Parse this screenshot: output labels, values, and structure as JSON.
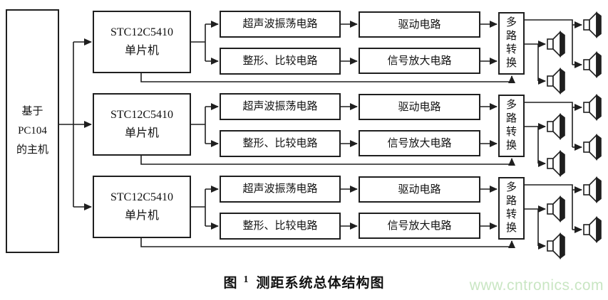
{
  "diagram": {
    "host": {
      "lines": [
        "基于",
        "PC104",
        "的主机"
      ]
    },
    "rows": [
      {
        "mcu_line1": "STC12C5410",
        "mcu_line2": "单片机",
        "oscillator": "超声波振荡电路",
        "shaper": "整形、比较电路",
        "driver": "驱动电路",
        "amplifier": "信号放大电路",
        "mux": "多路转换"
      },
      {
        "mcu_line1": "STC12C5410",
        "mcu_line2": "单片机",
        "oscillator": "超声波振荡电路",
        "shaper": "整形、比较电路",
        "driver": "驱动电路",
        "amplifier": "信号放大电路",
        "mux": "多路转换"
      },
      {
        "mcu_line1": "STC12C5410",
        "mcu_line2": "单片机",
        "oscillator": "超声波振荡电路",
        "shaper": "整形、比较电路",
        "driver": "驱动电路",
        "amplifier": "信号放大电路",
        "mux": "多路转换"
      }
    ],
    "transducers_per_channel": 4
  },
  "caption": {
    "fig_label": "图",
    "fig_number": "1",
    "title": "测距系统总体结构图"
  },
  "watermark": {
    "text": "www.cntronics.com",
    "color": "#c9e6c3"
  },
  "colors": {
    "line": "#1f1f1f",
    "background": "#ffffff"
  }
}
